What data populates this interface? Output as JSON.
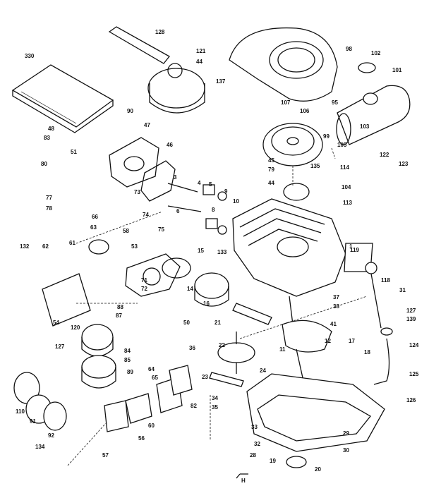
{
  "callouts": [
    {
      "id": "c128",
      "text": "128"
    },
    {
      "id": "c121",
      "text": "121"
    },
    {
      "id": "c44a",
      "text": "44"
    },
    {
      "id": "c137",
      "text": "137"
    },
    {
      "id": "c98",
      "text": "98"
    },
    {
      "id": "c102",
      "text": "102"
    },
    {
      "id": "c101",
      "text": "101"
    },
    {
      "id": "c330",
      "text": "330"
    },
    {
      "id": "c90",
      "text": "90"
    },
    {
      "id": "c107",
      "text": "107"
    },
    {
      "id": "c106",
      "text": "106"
    },
    {
      "id": "c95",
      "text": "95"
    },
    {
      "id": "c99",
      "text": "99"
    },
    {
      "id": "c103",
      "text": "103"
    },
    {
      "id": "c105",
      "text": "105"
    },
    {
      "id": "c122",
      "text": "122"
    },
    {
      "id": "c123",
      "text": "123"
    },
    {
      "id": "c114",
      "text": "114"
    },
    {
      "id": "c135",
      "text": "135"
    },
    {
      "id": "c45",
      "text": "45"
    },
    {
      "id": "c79",
      "text": "79"
    },
    {
      "id": "c44b",
      "text": "44"
    },
    {
      "id": "c104",
      "text": "104"
    },
    {
      "id": "c113",
      "text": "113"
    },
    {
      "id": "c47",
      "text": "47"
    },
    {
      "id": "c46",
      "text": "46"
    },
    {
      "id": "c48",
      "text": "48"
    },
    {
      "id": "c83",
      "text": "83"
    },
    {
      "id": "c51",
      "text": "51"
    },
    {
      "id": "c80",
      "text": "80"
    },
    {
      "id": "c3",
      "text": "3"
    },
    {
      "id": "c4",
      "text": "4"
    },
    {
      "id": "c5",
      "text": "5"
    },
    {
      "id": "c9",
      "text": "9"
    },
    {
      "id": "c10",
      "text": "10"
    },
    {
      "id": "c6",
      "text": "6"
    },
    {
      "id": "c8",
      "text": "8"
    },
    {
      "id": "c73",
      "text": "73"
    },
    {
      "id": "c77",
      "text": "77"
    },
    {
      "id": "c78",
      "text": "78"
    },
    {
      "id": "c74",
      "text": "74"
    },
    {
      "id": "c66",
      "text": "66"
    },
    {
      "id": "c63",
      "text": "63"
    },
    {
      "id": "c58",
      "text": "58"
    },
    {
      "id": "c75",
      "text": "75"
    },
    {
      "id": "c132",
      "text": "132"
    },
    {
      "id": "c62",
      "text": "62"
    },
    {
      "id": "c61",
      "text": "61"
    },
    {
      "id": "c53",
      "text": "53"
    },
    {
      "id": "c133",
      "text": "133"
    },
    {
      "id": "c1",
      "text": "1"
    },
    {
      "id": "c119",
      "text": "119"
    },
    {
      "id": "c15",
      "text": "15"
    },
    {
      "id": "c71",
      "text": "71"
    },
    {
      "id": "c72",
      "text": "72"
    },
    {
      "id": "c14",
      "text": "14"
    },
    {
      "id": "c118",
      "text": "118"
    },
    {
      "id": "c31",
      "text": "31"
    },
    {
      "id": "c37",
      "text": "37"
    },
    {
      "id": "c38",
      "text": "38"
    },
    {
      "id": "c16",
      "text": "16"
    },
    {
      "id": "c88",
      "text": "88"
    },
    {
      "id": "c87",
      "text": "87"
    },
    {
      "id": "c50",
      "text": "50"
    },
    {
      "id": "c54",
      "text": "54"
    },
    {
      "id": "c120",
      "text": "120"
    },
    {
      "id": "c21",
      "text": "21"
    },
    {
      "id": "c41",
      "text": "41"
    },
    {
      "id": "c11",
      "text": "11"
    },
    {
      "id": "c12",
      "text": "12"
    },
    {
      "id": "c17",
      "text": "17"
    },
    {
      "id": "c18",
      "text": "18"
    },
    {
      "id": "c127a",
      "text": "127"
    },
    {
      "id": "c139",
      "text": "139"
    },
    {
      "id": "c124",
      "text": "124"
    },
    {
      "id": "c127b",
      "text": "127"
    },
    {
      "id": "c84",
      "text": "84"
    },
    {
      "id": "c85",
      "text": "85"
    },
    {
      "id": "c36",
      "text": "36"
    },
    {
      "id": "c22",
      "text": "22"
    },
    {
      "id": "c23",
      "text": "23"
    },
    {
      "id": "c24",
      "text": "24"
    },
    {
      "id": "c34",
      "text": "34"
    },
    {
      "id": "c35",
      "text": "35"
    },
    {
      "id": "c33",
      "text": "33"
    },
    {
      "id": "c32",
      "text": "32"
    },
    {
      "id": "c64",
      "text": "64"
    },
    {
      "id": "c65",
      "text": "65"
    },
    {
      "id": "c89",
      "text": "89"
    },
    {
      "id": "c125",
      "text": "125"
    },
    {
      "id": "c126",
      "text": "126"
    },
    {
      "id": "c110",
      "text": "110"
    },
    {
      "id": "c91",
      "text": "91"
    },
    {
      "id": "c92",
      "text": "92"
    },
    {
      "id": "c134",
      "text": "134"
    },
    {
      "id": "c60",
      "text": "60"
    },
    {
      "id": "c56",
      "text": "56"
    },
    {
      "id": "c57",
      "text": "57"
    },
    {
      "id": "c28",
      "text": "28"
    },
    {
      "id": "c29",
      "text": "29"
    },
    {
      "id": "c30",
      "text": "30"
    },
    {
      "id": "c20",
      "text": "20"
    },
    {
      "id": "c19",
      "text": "19"
    },
    {
      "id": "c82",
      "text": "82"
    }
  ],
  "corner_mark": "H"
}
